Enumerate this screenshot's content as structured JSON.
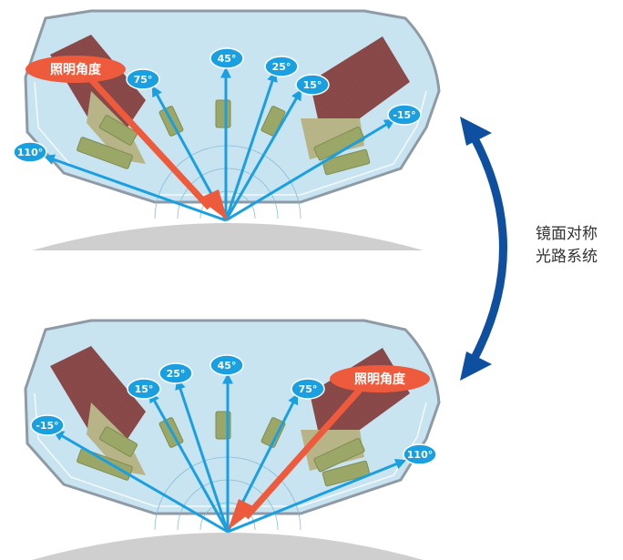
{
  "side_label": {
    "line1": "镜面对称",
    "line2": "光路系统"
  },
  "colors": {
    "beam": "#1a9fe0",
    "badge": "#1a9fe0",
    "illum": "#ee5a3c",
    "arrow": "#0f4fa0",
    "housing_fill": "#c9e4f1",
    "housing_stroke": "#8e9aa6",
    "floor": "#cfcfcf",
    "maroon": "#8a4b4a",
    "olive": "#9aa766",
    "khaki": "#b7b487"
  },
  "top_panel": {
    "illum_label": "照明角度",
    "angles": [
      "110°",
      "75°",
      "45°",
      "25°",
      "15°",
      "-15°"
    ]
  },
  "bottom_panel": {
    "illum_label": "照明角度",
    "angles": [
      "-15°",
      "15°",
      "25°",
      "45°",
      "75°",
      "110°"
    ]
  }
}
